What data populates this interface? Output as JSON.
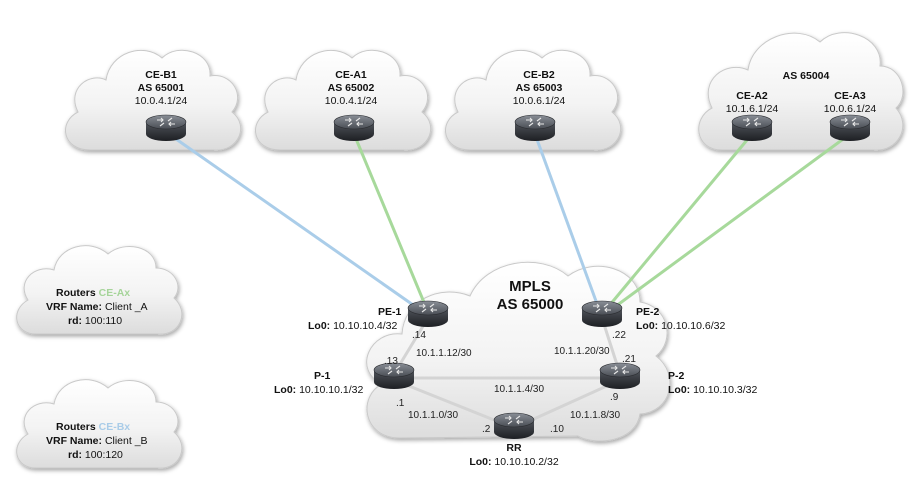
{
  "colors": {
    "link_green": "#a7d99b",
    "link_blue": "#aacde9",
    "core_link": "#d4d4d4",
    "router_body": "#3b3e44"
  },
  "icons": [
    "router-icon",
    "cloud-shape"
  ],
  "clouds": {
    "ce_b1": {
      "name": "CE-B1",
      "as": "AS 65001",
      "net": "10.0.4.1/24"
    },
    "ce_a1": {
      "name": "CE-A1",
      "as": "AS 65002",
      "net": "10.0.4.1/24"
    },
    "ce_b2": {
      "name": "CE-B2",
      "as": "AS 65003",
      "net": "10.0.6.1/24"
    },
    "as65004": {
      "as": "AS 65004",
      "ce_a2": {
        "name": "CE-A2",
        "net": "10.1.6.1/24"
      },
      "ce_a3": {
        "name": "CE-A3",
        "net": "10.0.6.1/24"
      }
    }
  },
  "mpls": {
    "title": "MPLS",
    "as": "AS 65000"
  },
  "routers": {
    "pe1": {
      "name": "PE-1",
      "lo": "Lo0:",
      "ip": "10.10.10.4/32"
    },
    "pe2": {
      "name": "PE-2",
      "lo": "Lo0:",
      "ip": "10.10.10.6/32"
    },
    "p1": {
      "name": "P-1",
      "lo": "Lo0:",
      "ip": "10.10.10.1/32"
    },
    "p2": {
      "name": "P-2",
      "lo": "Lo0:",
      "ip": "10.10.10.3/32"
    },
    "rr": {
      "name": "RR",
      "lo": "Lo0:",
      "ip": "10.10.10.2/32"
    }
  },
  "links": {
    "pe1_p1": "10.1.1.12/30",
    "pe2_p2": "10.1.1.20/30",
    "p1_p2": "10.1.1.4/30",
    "p1_rr": "10.1.1.0/30",
    "p2_rr": "10.1.1.8/30"
  },
  "interfaces": {
    "pe1": ".14",
    "pe2": ".22",
    "p1_up": ".13",
    "p1_down": ".1",
    "p2_up": ".21",
    "p2_down": ".9",
    "rr_left": ".2",
    "rr_right": ".10"
  },
  "legend_a": {
    "routers": "Routers",
    "group": "CE-Ax",
    "vrf_label": "VRF Name:",
    "vrf": "Client _A",
    "rd_label": "rd:",
    "rd": "100:110"
  },
  "legend_b": {
    "routers": "Routers",
    "group": "CE-Bx",
    "vrf_label": "VRF Name:",
    "vrf": "Client _B",
    "rd_label": "rd:",
    "rd": "100:120"
  }
}
